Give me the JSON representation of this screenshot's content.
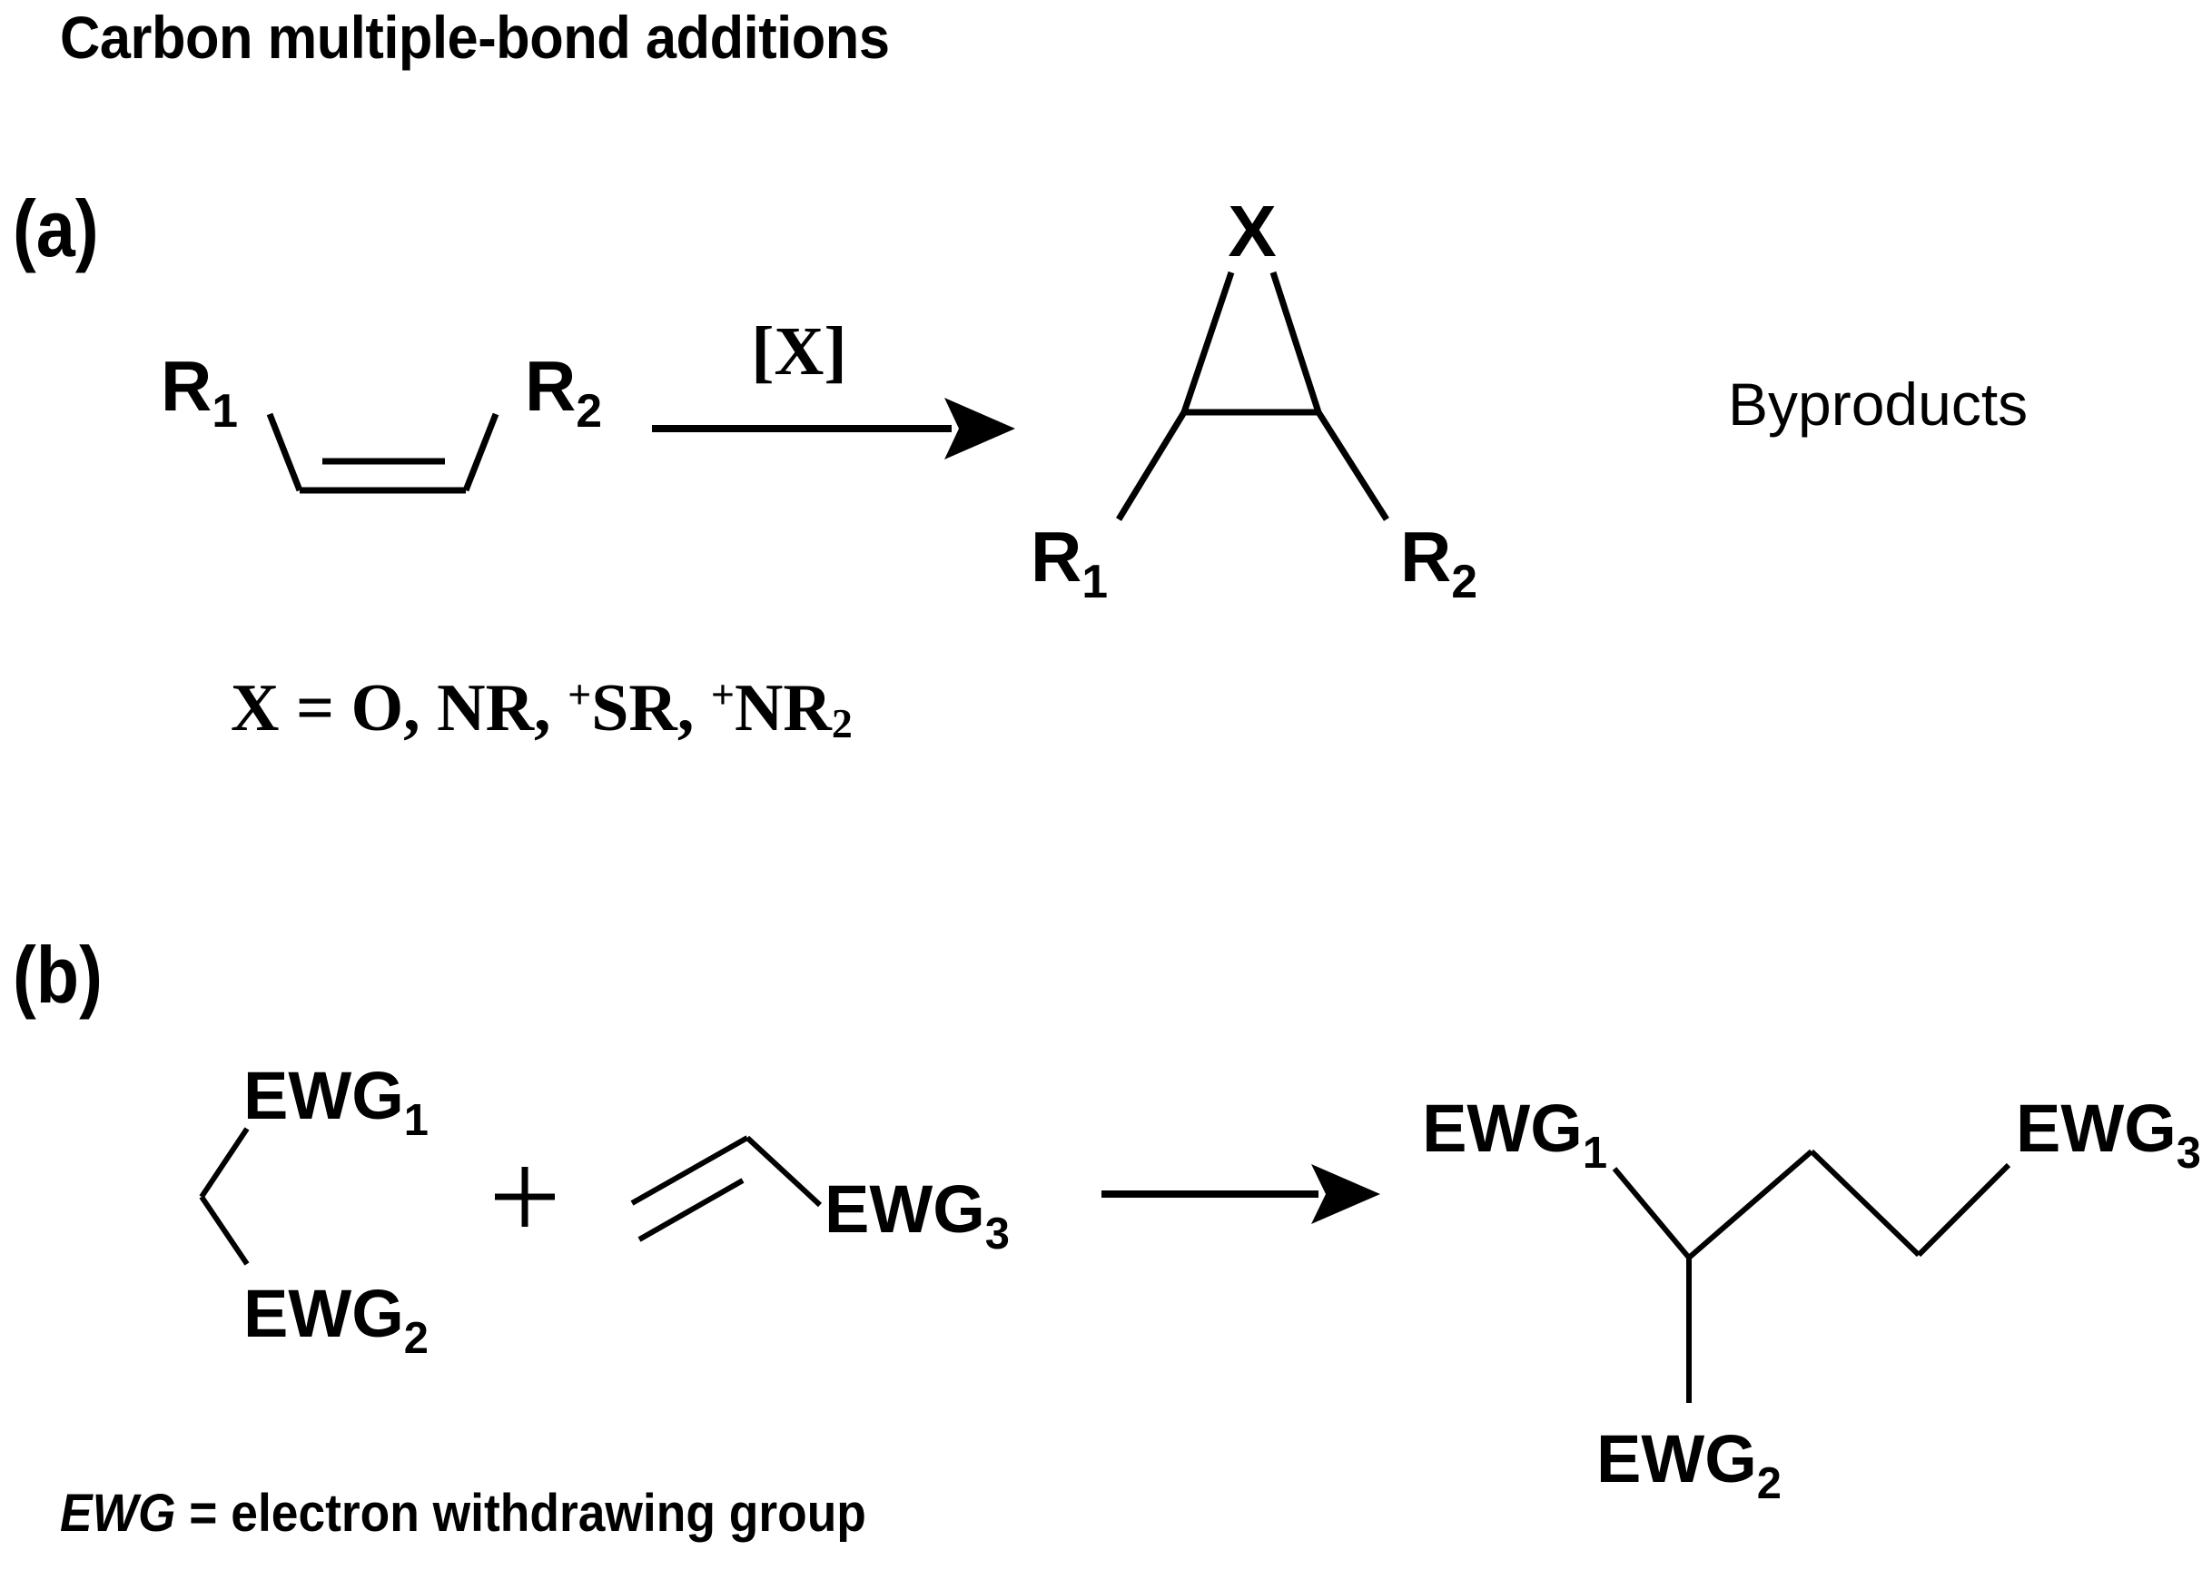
{
  "figure": {
    "title": "Carbon multiple-bond additions",
    "background_color": "#ffffff",
    "ink_color": "#000000"
  },
  "panels": [
    {
      "id": "a",
      "label": "(a)",
      "reaction": {
        "reactant": {
          "name": "cis-alkene",
          "substituent_labels": [
            "R",
            "R"
          ],
          "substituent_subscripts": [
            "1",
            "2"
          ],
          "bond_order": "double"
        },
        "arrow": {
          "above_label": "[X]",
          "direction": "right"
        },
        "product": {
          "name": "three-membered-ring",
          "apex_label": "X",
          "substituent_labels": [
            "R",
            "R"
          ],
          "substituent_subscripts": [
            "1",
            "2"
          ]
        },
        "extra_product": "Byproducts"
      },
      "legend": {
        "prefix": "X = O, NR, ",
        "plus1": "+",
        "group1": "SR, ",
        "plus2": "+",
        "group2": "NR",
        "group2_sub": "2",
        "full_text": "X = O, NR, +SR, +NR2"
      }
    },
    {
      "id": "b",
      "label": "(b)",
      "reaction": {
        "reactant_1": {
          "name": "bis-EWG-methylene",
          "labels": [
            "EWG",
            "EWG"
          ],
          "subscripts": [
            "1",
            "2"
          ]
        },
        "operator": "+",
        "reactant_2": {
          "name": "vinyl-EWG",
          "label": "EWG",
          "subscript": "3",
          "bond_order": "double"
        },
        "arrow": {
          "above_label": "",
          "direction": "right"
        },
        "product": {
          "name": "michael-adduct",
          "labels": [
            "EWG",
            "EWG",
            "EWG"
          ],
          "subscripts": [
            "1",
            "2",
            "3"
          ]
        }
      },
      "legend": {
        "abbrev": "EWG",
        "definition": " = electron withdrawing group",
        "full_text": "EWG = electron withdrawing group"
      }
    }
  ]
}
